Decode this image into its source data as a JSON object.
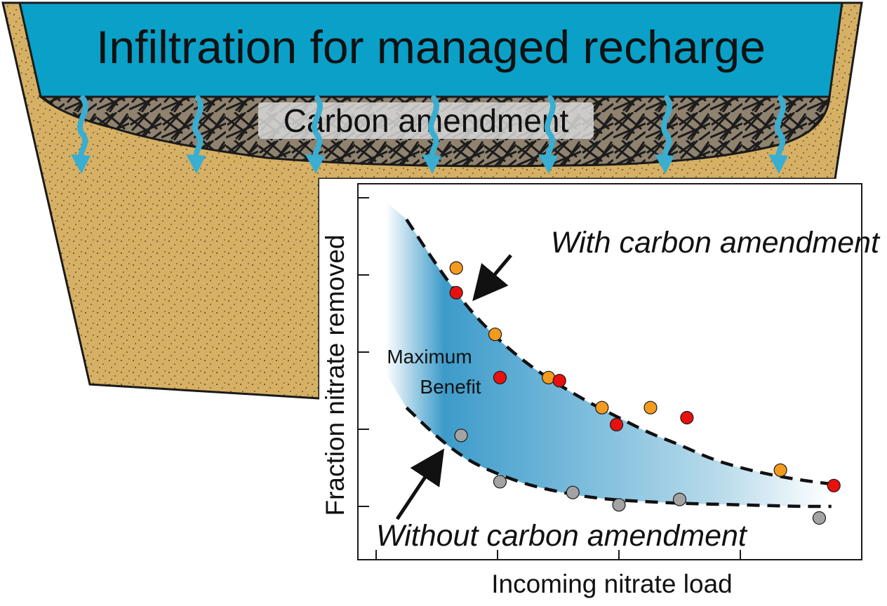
{
  "diagram": {
    "title": "Infiltration for managed recharge",
    "amendment_label": "Carbon amendment",
    "colors": {
      "water": "#0aa0c8",
      "soil": "#d6b064",
      "amendment_layer": "#8a7d6a",
      "flow_arrow": "#3aaed0",
      "benefit_band": "#3d9bc9",
      "orange_point": "#f39a1f",
      "red_point": "#e8110f",
      "gray_point": "#a3a3a3"
    },
    "icons": [
      "infiltration-arrow-icon",
      "arrow-icon"
    ]
  },
  "chart_data": {
    "type": "scatter",
    "xlabel": "Incoming nitrate load",
    "ylabel": "Fraction nitrate removed",
    "xlim": [
      0,
      4
    ],
    "ylim": [
      0,
      4.5
    ],
    "grid": false,
    "annotations": {
      "with_curve": "With carbon amendment",
      "without_curve": "Without carbon amendment",
      "region_line1": "Maximum",
      "region_line2": "Benefit"
    },
    "series": [
      {
        "color": "orange",
        "x": [
          0.66,
          0.98,
          1.42,
          1.86,
          2.26,
          3.33
        ],
        "y": [
          3.09,
          2.23,
          1.67,
          1.28,
          1.28,
          0.47
        ]
      },
      {
        "color": "red",
        "x": [
          0.66,
          1.02,
          1.51,
          1.98,
          2.56,
          3.77
        ],
        "y": [
          2.77,
          1.67,
          1.63,
          1.06,
          1.15,
          0.27
        ]
      },
      {
        "color": "gray",
        "x": [
          0.7,
          1.02,
          1.62,
          2.0,
          2.5,
          3.65
        ],
        "y": [
          0.92,
          0.32,
          0.18,
          0.02,
          0.09,
          -0.15
        ]
      }
    ],
    "curves": [
      {
        "role": "with",
        "x": [
          0.25,
          0.5,
          0.75,
          1.0,
          1.25,
          1.5,
          1.75,
          2.0,
          2.25,
          2.5,
          2.75,
          3.0,
          3.25,
          3.5,
          3.75
        ],
        "y": [
          3.72,
          3.12,
          2.58,
          2.17,
          1.84,
          1.58,
          1.35,
          1.15,
          0.95,
          0.8,
          0.62,
          0.5,
          0.41,
          0.34,
          0.29
        ]
      },
      {
        "role": "without",
        "x": [
          0.25,
          0.5,
          0.75,
          1.0,
          1.25,
          1.5,
          1.75,
          2.0,
          2.25,
          2.5,
          2.75,
          3.0,
          3.25,
          3.5,
          3.75
        ],
        "y": [
          1.28,
          0.9,
          0.6,
          0.42,
          0.28,
          0.19,
          0.12,
          0.08,
          0.06,
          0.04,
          0.03,
          0.02,
          0.01,
          0.0,
          0.0
        ]
      }
    ],
    "band": {
      "x": [
        0.08,
        0.25,
        0.5,
        0.75,
        1.0,
        1.25,
        1.5,
        1.75,
        2.0,
        2.25,
        2.5,
        2.75,
        3.0,
        3.25,
        3.5,
        3.75
      ],
      "upper": [
        3.95,
        3.72,
        3.12,
        2.58,
        2.17,
        1.84,
        1.58,
        1.35,
        1.15,
        0.95,
        0.8,
        0.62,
        0.5,
        0.41,
        0.34,
        0.29
      ],
      "lower": [
        1.72,
        1.28,
        0.9,
        0.6,
        0.42,
        0.28,
        0.19,
        0.12,
        0.08,
        0.06,
        0.04,
        0.03,
        0.02,
        0.01,
        0.0,
        0.0
      ]
    }
  }
}
